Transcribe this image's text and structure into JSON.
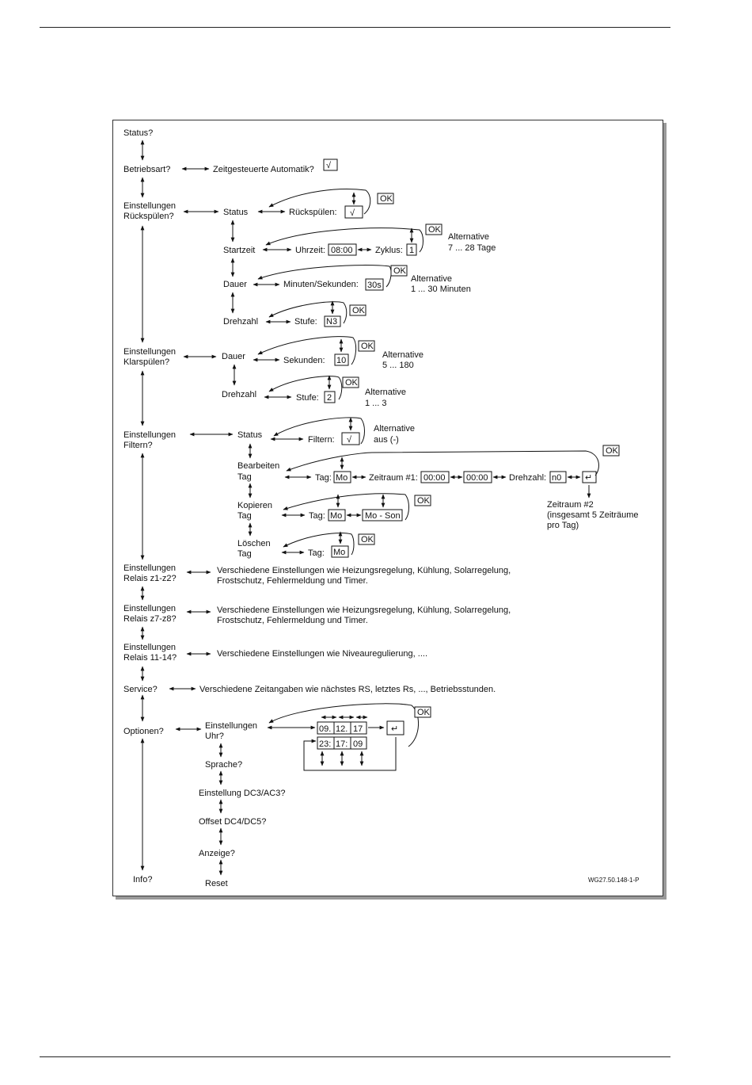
{
  "diagram": {
    "main": {
      "status": "Status?",
      "betriebsart": "Betriebsart?",
      "einst1": "Einstellungen",
      "rueckspuelen_q": "Rückspülen?",
      "klarspuelen_q": "Klarspülen?",
      "filtern_q": "Filtern?",
      "relais_z1": "Relais z1-z2?",
      "relais_z7": "Relais z7-z8?",
      "relais_11": "Relais 11-14?",
      "service": "Service?",
      "optionen": "Optionen?",
      "info": "Info?"
    },
    "betriebsart_value": "Zeitgesteuerte Automatik?",
    "rueck": {
      "status": "Status",
      "rueckspuelen": "Rückspülen:",
      "startzeit": "Startzeit",
      "uhrzeit": "Uhrzeit:",
      "uhrzeit_val": "08:00",
      "zyklus": "Zyklus:",
      "zyklus_val": "1",
      "alt1a": "Alternative",
      "alt1b": "7 ... 28 Tage",
      "dauer": "Dauer",
      "minsek": "Minuten/Sekunden:",
      "minsek_val": "30s",
      "alt2a": "Alternative",
      "alt2b": "1 ... 30 Minuten",
      "drehzahl": "Drehzahl",
      "stufe": "Stufe:",
      "stufe_val": "N3"
    },
    "klar": {
      "dauer": "Dauer",
      "sekunden": "Sekunden:",
      "sekunden_val": "10",
      "alt1a": "Alternative",
      "alt1b": "5 ... 180",
      "drehzahl": "Drehzahl",
      "stufe": "Stufe:",
      "stufe_val": "2",
      "alt2a": "Alternative",
      "alt2b": "1 ... 3"
    },
    "filt": {
      "status": "Status",
      "filtern": "Filtern:",
      "alta": "Alternative",
      "altb": "aus (-)",
      "bearbeiten": "Bearbeiten",
      "tag": "Tag",
      "tag_label": "Tag:",
      "tag_val": "Mo",
      "zeitraum": "Zeitraum #1:",
      "z_from": "00:00",
      "z_to": "00:00",
      "drehzahl": "Drehzahl:",
      "drehzahl_val": "n0",
      "zr2a": "Zeitraum #2",
      "zr2b": "(insgesamt 5 Zeiträume",
      "zr2c": "pro Tag)",
      "kopieren": "Kopieren",
      "range_val": "Mo - Son",
      "loeschen": "Löschen"
    },
    "relais_text1": "Verschiedene Einstellungen wie Heizungsregelung, Kühlung, Solarregelung,",
    "relais_text2": "Frostschutz, Fehlermeldung und Timer.",
    "relais_text3": "Verschiedene Einstellungen wie Niveauregulierung, ....",
    "service_text": "Verschiedene Zeitangaben wie nächstes RS, letztes Rs, ..., Betriebsstunden.",
    "opt": {
      "einst": "Einstellungen",
      "uhr": "Uhr?",
      "d1": "09.",
      "d2": "12.",
      "d3": "17",
      "t1": "23:",
      "t2": "17:",
      "t3": "09",
      "sprache": "Sprache?",
      "dc3": "Einstellung DC3/AC3?",
      "offset": "Offset DC4/DC5?",
      "anzeige": "Anzeige?",
      "reset": "Reset"
    },
    "ok": "OK",
    "check": "√",
    "enter": "↵",
    "code": "WG27.50.148-1-P"
  }
}
